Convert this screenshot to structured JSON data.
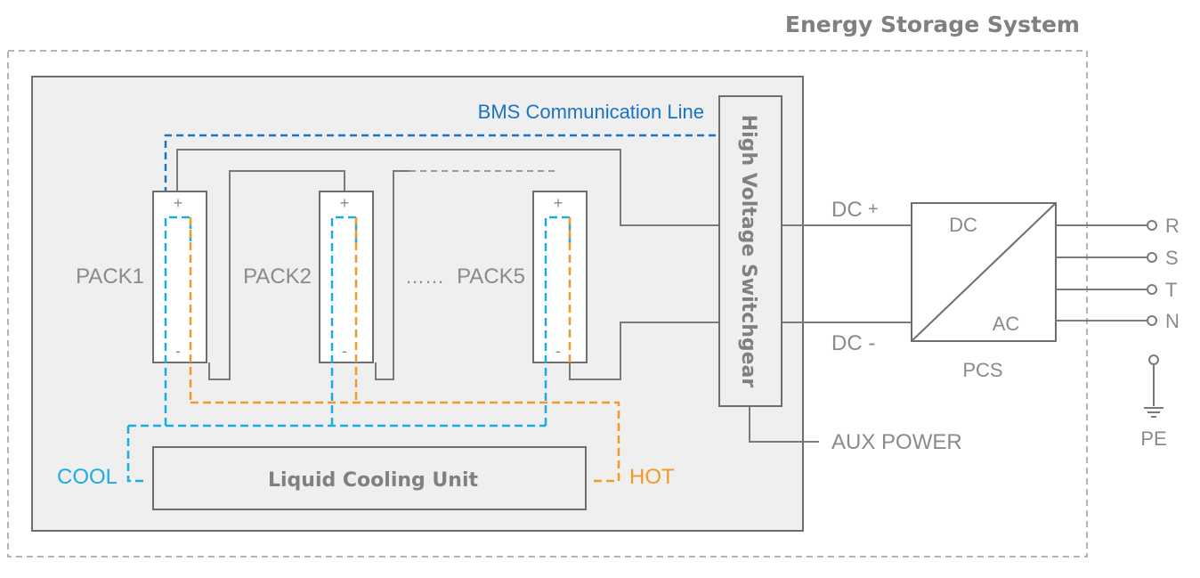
{
  "title": "Energy Storage System",
  "bms_label": "BMS Communication Line",
  "switchgear_label": "High Voltage Switchgear",
  "packs": [
    {
      "label": "PACK1",
      "plus": "+",
      "minus": "-"
    },
    {
      "label": "PACK2",
      "plus": "+",
      "minus": "-"
    },
    {
      "label": "PACK5",
      "plus": "+",
      "minus": "-"
    }
  ],
  "ellipsis": "……",
  "cooling_unit_label": "Liquid Cooling Unit",
  "cool_label": "COOL",
  "hot_label": "HOT",
  "dc_plus_label": "DC",
  "dc_plus_sign": "+",
  "dc_minus_label": "DC -",
  "pcs": {
    "dc": "DC",
    "ac": "AC",
    "name": "PCS"
  },
  "outputs": [
    "R",
    "S",
    "T",
    "N"
  ],
  "pe_label": "PE",
  "aux_label": "AUX POWER",
  "colors": {
    "line": "#7a7a7a",
    "bms": "#1a73c8",
    "cool": "#1aaee0",
    "hot": "#f09a28",
    "fill": "#efefef"
  }
}
